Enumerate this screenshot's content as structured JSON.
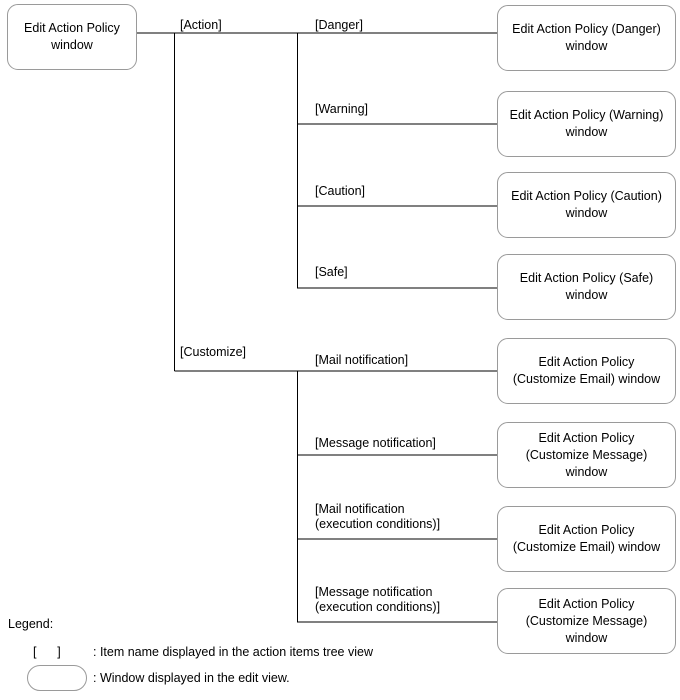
{
  "diagram": {
    "root": {
      "label": "Edit Action Policy\nwindow"
    },
    "branches": [
      {
        "name": "action",
        "label": "[Action]",
        "children": [
          {
            "name": "danger",
            "label": "[Danger]",
            "window": "Edit Action Policy (Danger)\nwindow"
          },
          {
            "name": "warning",
            "label": "[Warning]",
            "window": "Edit Action Policy (Warning)\nwindow"
          },
          {
            "name": "caution",
            "label": "[Caution]",
            "window": "Edit Action Policy (Caution)\nwindow"
          },
          {
            "name": "safe",
            "label": "[Safe]",
            "window": "Edit Action Policy (Safe)\nwindow"
          }
        ]
      },
      {
        "name": "customize",
        "label": "[Customize]",
        "children": [
          {
            "name": "mail-notification",
            "label": "[Mail notification]",
            "window": "Edit Action Policy\n(Customize Email) window"
          },
          {
            "name": "message-notification",
            "label": "[Message notification]",
            "window": "Edit Action Policy\n(Customize Message)\nwindow"
          },
          {
            "name": "mail-notification-execution-conditions",
            "label": "[Mail notification\n(execution conditions)]",
            "window": "Edit Action Policy\n(Customize Email) window"
          },
          {
            "name": "message-notification-execution-conditions",
            "label": "[Message notification\n(execution conditions)]",
            "window": "Edit Action Policy\n(Customize Message)\nwindow"
          }
        ]
      }
    ]
  },
  "legend": {
    "title": "Legend:",
    "bracket_symbol": "[      ]",
    "bracket_text": ": Item name displayed in the action items tree view",
    "pill_text": ": Window displayed in the edit view."
  },
  "colors": {
    "line": "#000000",
    "box_border": "#9a9a9a",
    "text": "#000000",
    "background": "#ffffff"
  }
}
